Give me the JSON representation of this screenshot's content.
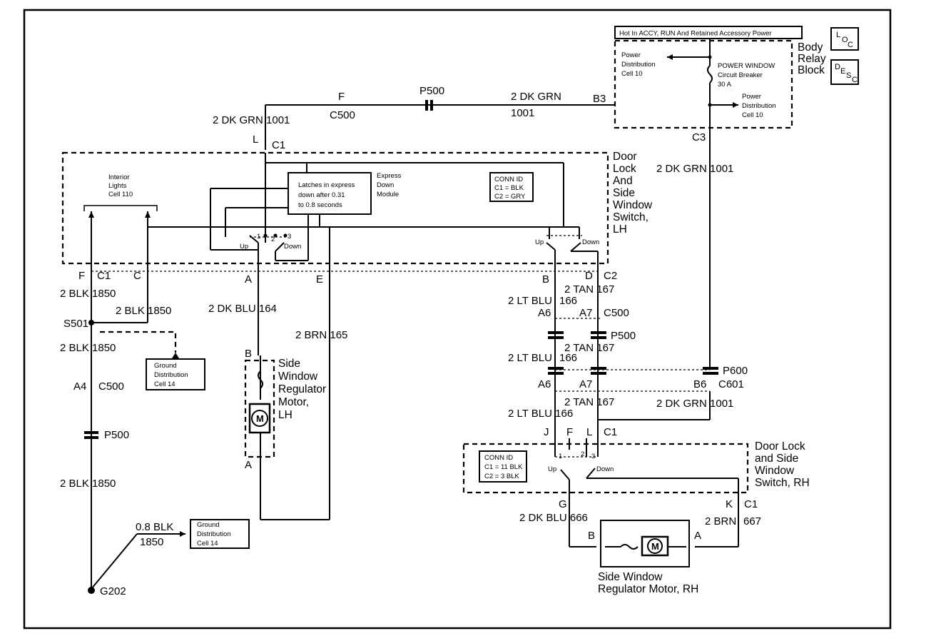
{
  "power_header": "Hot In ACCY, RUN And Retained Accessory Power",
  "loc_icon": {
    "letters": [
      "L",
      "O",
      "C"
    ]
  },
  "desc_icon": {
    "letters": [
      "D",
      "E",
      "S",
      "C"
    ]
  },
  "body_relay_block": {
    "title_lines": [
      "Body",
      "Relay",
      "Block"
    ]
  },
  "power_dist_left": [
    "Power",
    "Distribution",
    "Cell 10"
  ],
  "power_dist_right": [
    "Power",
    "Distribution",
    "Cell 10"
  ],
  "circuit_breaker": [
    "POWER WINDOW",
    "Circuit Breaker",
    "30 A"
  ],
  "top_wire": {
    "left_label": "2 DK GRN  1001",
    "f_label": "F",
    "c500_label": "C500",
    "p500_label": "P500",
    "right_label": "2 DK GRN",
    "right_num": "1001",
    "b3_label": "B3",
    "l_label": "L",
    "c1_label": "C1"
  },
  "right_feed": {
    "c3_label": "C3",
    "wire_label": "2 DK GRN  1001"
  },
  "lh_switch": {
    "title_lines": [
      "Door",
      "Lock",
      "And",
      "Side",
      "Window",
      "Switch,",
      "LH"
    ],
    "interior_lights": [
      "Interior",
      "Lights",
      "Cell 110"
    ],
    "latch_box": [
      "Latches in express",
      "down after 0.31",
      "to 0.8 seconds"
    ],
    "express_module": [
      "Express",
      "Down",
      "Module"
    ],
    "conn_id": [
      "CONN ID",
      "C1 = BLK",
      "C2 = GRY"
    ],
    "up_left": "Up",
    "down_left": "Down",
    "up_right": "Up",
    "down_right": "Down",
    "pins": [
      "1",
      "2",
      "3"
    ]
  },
  "lh_connectors": {
    "f": "F",
    "c1": "C1",
    "c": "C",
    "a": "A",
    "e": "E",
    "b": "B",
    "d": "D",
    "c2": "C2"
  },
  "left_wires": {
    "blk1": "2 BLK  1850",
    "blk2": "2 BLK  1850",
    "s501": "S501",
    "blk3": "2 BLK  1850",
    "a4": "A4",
    "c500": "C500",
    "p500": "P500",
    "blk4": "2 BLK  1850",
    "blk08": "0.8 BLK",
    "blk08_num": "1850",
    "g202": "G202"
  },
  "ground_dist_upper": [
    "Ground",
    "Distribution",
    "Cell 14"
  ],
  "ground_dist_lower": [
    "Ground",
    "Distribution",
    "Cell 14"
  ],
  "lh_motor_wires": {
    "dkblu": "2 DK BLU  164",
    "brn": "2 BRN  165",
    "b_pin": "B",
    "a_pin": "A"
  },
  "lh_motor": {
    "title_lines": [
      "Side",
      "Window",
      "Regulator",
      "Motor,",
      "LH"
    ],
    "m": "M"
  },
  "right_wires": {
    "ltblu1": "2 LT BLU",
    "ltblu1_num": "166",
    "tan1": "2 TAN  167",
    "a6": "A6",
    "a7": "A7",
    "c500": "C500",
    "p500": "P500",
    "ltblu2": "2 LT BLU",
    "ltblu2_num": "166",
    "tan2": "2 TAN  167",
    "p600": "P600",
    "a6b": "A6",
    "a7b": "A7",
    "b6": "B6",
    "c601": "C601",
    "ltblu3": "2 LT BLU  166",
    "tan3": "2 TAN  167",
    "dkgrn": "2 DK GRN  1001",
    "j": "J",
    "f": "F",
    "l": "L",
    "c1": "C1"
  },
  "rh_switch": {
    "title_lines": [
      "Door Lock",
      "and Side",
      "Window",
      "Switch, RH"
    ],
    "conn_id": [
      "CONN ID",
      "C1 = 11 BLK",
      "C2 = 3 BLK"
    ],
    "up": "Up",
    "down": "Down",
    "pins": [
      "1",
      "2",
      "3"
    ],
    "g": "G",
    "k": "K",
    "c1": "C1"
  },
  "rh_motor_wires": {
    "dkblu": "2 DK BLU  666",
    "brn": "2 BRN",
    "brn_num": "667",
    "b": "B",
    "a": "A"
  },
  "rh_motor": {
    "title_lines": [
      "Side Window",
      "Regulator Motor, RH"
    ],
    "m": "M"
  }
}
